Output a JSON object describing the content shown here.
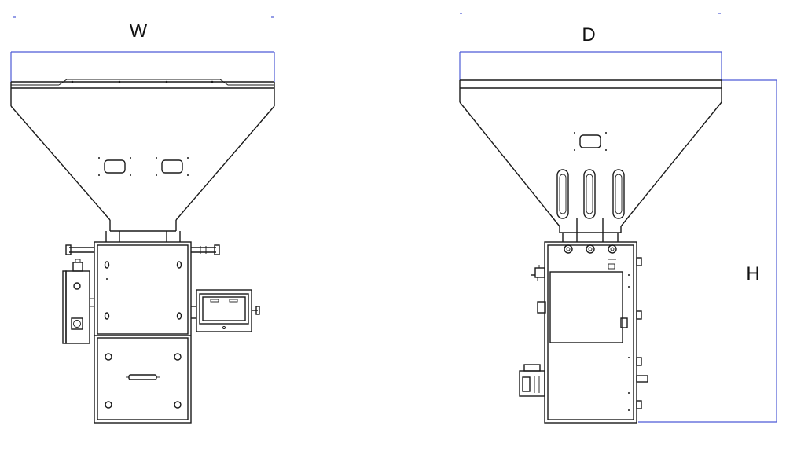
{
  "labels": {
    "width": "W",
    "depth": "D",
    "height": "H"
  },
  "colors": {
    "line": "#1a1a1a",
    "dimension": "#4d5bd6",
    "background": "#ffffff"
  }
}
